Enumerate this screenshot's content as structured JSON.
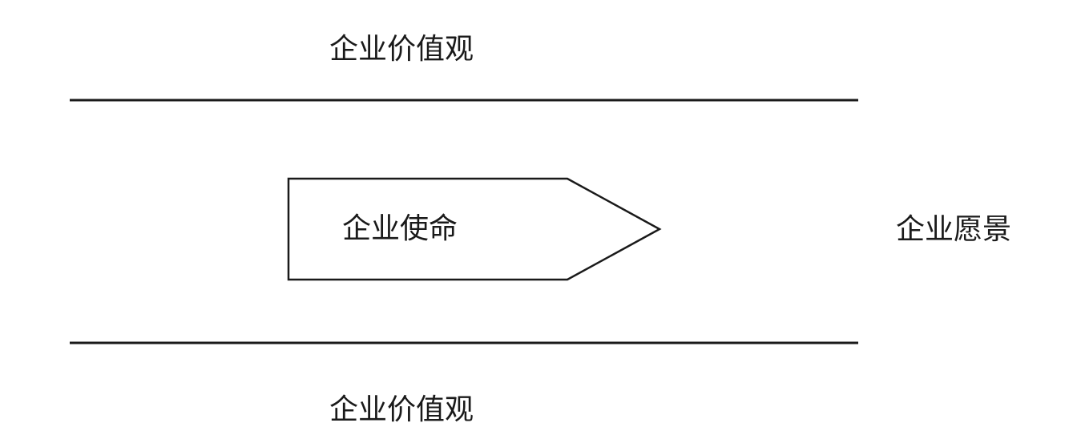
{
  "diagram": {
    "top_label": "企业价值观",
    "bottom_label": "企业价值观",
    "mission_label": "企业使命",
    "vision_label": "企业愿景"
  },
  "colors": {
    "stroke": "#1a1a1a",
    "background": "#ffffff",
    "text": "#1a1a1a"
  }
}
